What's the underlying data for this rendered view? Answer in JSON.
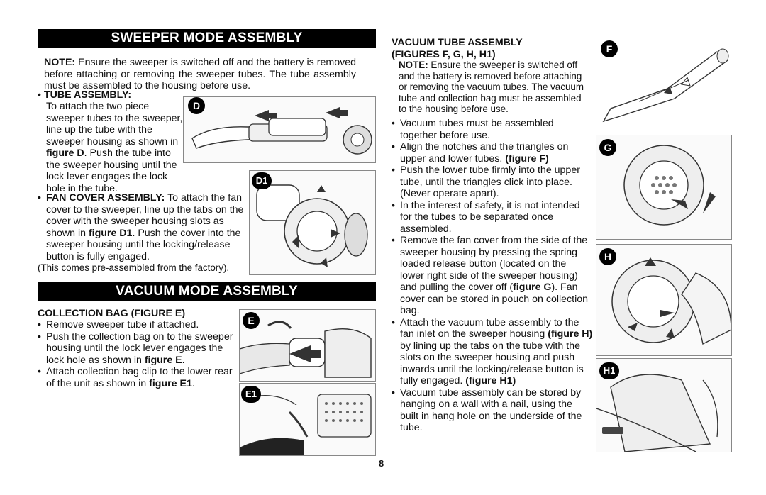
{
  "sweeper": {
    "title": "SWEEPER MODE ASSEMBLY",
    "note_label": "NOTE:",
    "note_text": " Ensure the sweeper is switched off and the battery is removed before attaching or removing the sweeper tubes. The tube assembly must be assembled to the housing before use.",
    "tube_heading": "TUBE ASSEMBLY:",
    "tube_text_a": "To attach the two piece sweeper tubes to the sweeper, line up the tube with the sweeper housing as shown in ",
    "tube_fig_ref": "figure D",
    "tube_text_b": ". Push the tube into the sweeper housing until the lock lever engages the lock hole in the tube.",
    "fan_heading": "FAN COVER ASSEMBLY:",
    "fan_text_a": " To attach the fan cover to the sweeper, line up the tabs on the cover with the sweeper housing slots as shown in ",
    "fan_fig_ref": "figure D1",
    "fan_text_b": ". Push the cover into the sweeper housing until the locking/release button is fully engaged.",
    "factory_note": "(This comes pre-assembled from the factory)."
  },
  "vacuum": {
    "title": "VACUUM MODE ASSEMBLY",
    "bag_heading": "COLLECTION BAG  (FIGURE E)",
    "bag_items": [
      {
        "a": "Remove sweeper tube if attached.",
        "ref": "",
        "b": ""
      },
      {
        "a": "Push the collection bag on to the sweeper housing until the lock lever engages the lock hole as shown in ",
        "ref": "figure E",
        "b": "."
      },
      {
        "a": "Attach collection bag clip to the lower rear of the unit as shown in ",
        "ref": "figure E1",
        "b": "."
      }
    ]
  },
  "tube_assembly": {
    "heading_line1": "VACUUM TUBE ASSEMBLY",
    "heading_line2": "(FIGURES F, G, H, H1)",
    "note_label": "NOTE:",
    "note_text": " Ensure the sweeper is switched off and the battery is removed before attaching or removing the vacuum tubes. The vacuum tube and collection bag must be assembled to the housing before use.",
    "items": [
      {
        "a": "Vacuum tubes must be assembled together before use.",
        "ref": "",
        "b": ""
      },
      {
        "a": "Align the notches and the triangles on upper and lower tubes. ",
        "ref": "(figure F)",
        "b": ""
      },
      {
        "a": "Push the lower tube firmly into the upper tube, until the triangles click into place. (Never operate apart).",
        "ref": "",
        "b": ""
      },
      {
        "a": "In the interest of safety, it is not intended for the tubes to be separated once assembled.",
        "ref": "",
        "b": ""
      },
      {
        "a": "Remove the fan cover from the side of the sweeper housing by pressing the spring loaded release button (located on the lower right side of the sweeper housing) and pulling the cover off (",
        "ref": "figure G",
        "b": "). Fan cover can be stored in pouch on collection bag."
      },
      {
        "a": "Attach the vacuum tube assembly to the fan inlet on the sweeper housing ",
        "ref": "(figure H)",
        "b": " by lining up the tabs on the tube with the slots on the sweeper housing and push inwards until the locking/release button is fully engaged. ",
        "ref2": "(figure H1)"
      },
      {
        "a": "Vacuum tube assembly can be stored by hanging on a wall with a nail, using the built in hang hole on the underside of the tube.",
        "ref": "",
        "b": ""
      }
    ]
  },
  "figures": {
    "d": "D",
    "d1": "D1",
    "e": "E",
    "e1": "E1",
    "f": "F",
    "g": "G",
    "h": "H",
    "h1": "H1"
  },
  "page_number": "8"
}
